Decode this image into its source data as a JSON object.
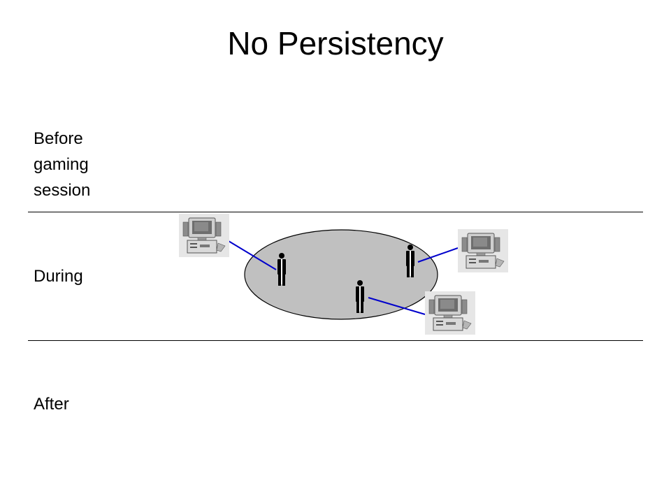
{
  "slide": {
    "title": "No Persistency",
    "rows": [
      {
        "label": "Before\ngaming\nsession"
      },
      {
        "label": "During"
      },
      {
        "label": "After"
      }
    ]
  },
  "colors": {
    "ellipse_fill": "#c0c0c0",
    "link_line": "#0000cc",
    "separator": "#000000",
    "computer_bg": "#e6e6e6"
  },
  "icons": {
    "player": "person-icon",
    "client": "computer-icon"
  }
}
